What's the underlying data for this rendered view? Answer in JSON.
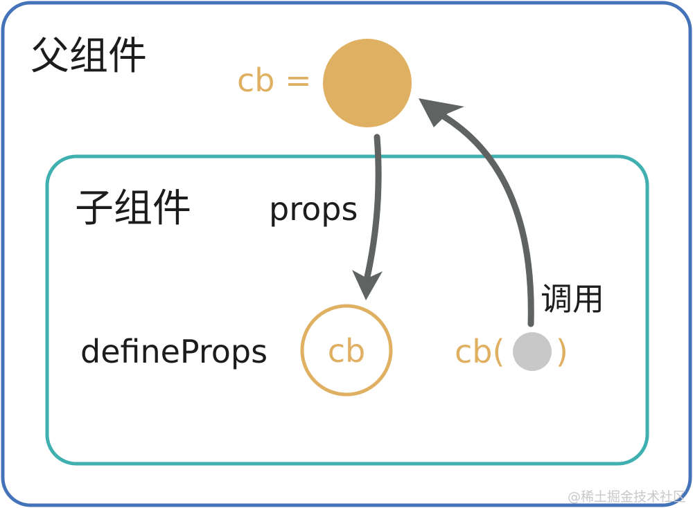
{
  "parent": {
    "title": "父组件",
    "cb_label": "cb ="
  },
  "child": {
    "title": "子组件",
    "define_props_label": "defineProps",
    "prop_circle_label": "cb",
    "call_prefix": "cb(",
    "call_suffix": ")"
  },
  "edges": {
    "props_label": "props",
    "invoke_label": "调用"
  },
  "watermark": "@稀土掘金技术社区",
  "colors": {
    "parent_border": "#4573b9",
    "child_border": "#3fb0af",
    "gold": "#e0b062",
    "arrow": "#5f6362",
    "gray_dot": "#c8c8c8",
    "text": "#1c1c1c"
  }
}
